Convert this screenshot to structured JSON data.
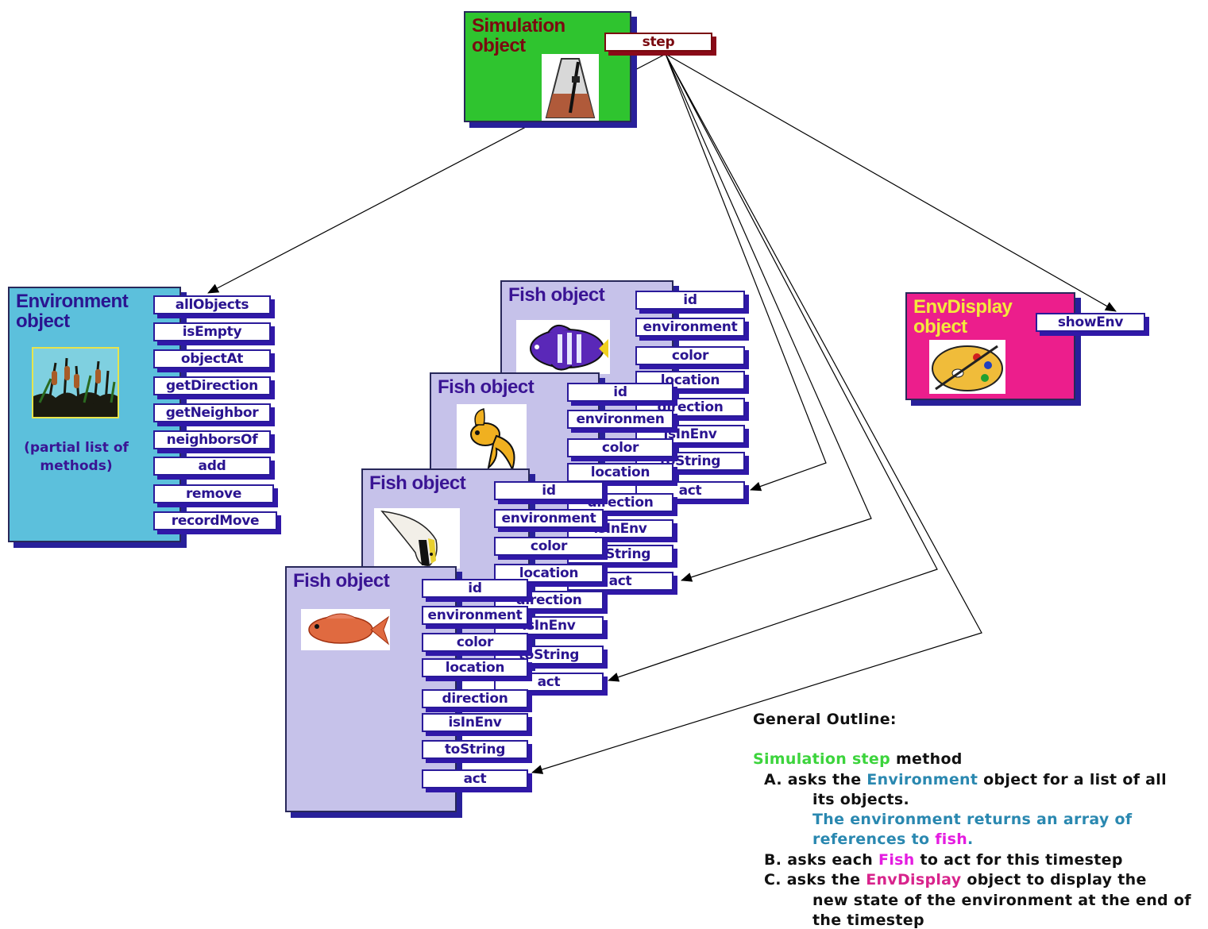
{
  "simulation": {
    "title_line1": "Simulation",
    "title_line2": "object",
    "method": "step",
    "picture": "metronome"
  },
  "environment": {
    "title_line1": "Environment",
    "title_line2": "object",
    "picture": "cattails-pond",
    "note_line1": "(partial list of",
    "note_line2": "methods)",
    "methods": [
      "allObjects",
      "isEmpty",
      "objectAt",
      "getDirection",
      "getNeighbor",
      "neighborsOf",
      "add",
      "remove",
      "recordMove"
    ]
  },
  "envdisplay": {
    "title_line1": "EnvDisplay",
    "title_line2": "object",
    "method": "showEnv",
    "picture": "paint-palette"
  },
  "fish_cards": [
    {
      "title": "Fish object",
      "picture": "angelfish",
      "methods": [
        "id",
        "environment",
        "color",
        "location",
        "direction",
        "isInEnv",
        "toString",
        "act"
      ]
    },
    {
      "title": "Fish object",
      "picture": "goldfish",
      "methods": [
        "id",
        "environmen",
        "color",
        "location",
        "direction",
        "isInEnv",
        "toString",
        "act"
      ]
    },
    {
      "title": "Fish object",
      "picture": "moorish-idol",
      "methods": [
        "id",
        "environment",
        "color",
        "location",
        "direction",
        "isInEnv",
        "toString",
        "act"
      ]
    },
    {
      "title": "Fish object",
      "picture": "red-fish",
      "methods": [
        "id",
        "environment",
        "color",
        "location",
        "direction",
        "isInEnv",
        "toString",
        "act"
      ]
    }
  ],
  "outline": {
    "heading": "General Outline:",
    "line1_a": "Simulation step",
    "line1_b": " method",
    "a_label": "A.",
    "a_1": "asks the ",
    "a_2": "Environment",
    "a_3": " object for a list of all",
    "a_cont": "its objects.",
    "a_ret1": "The environment returns an array of",
    "a_ret2a": "references to ",
    "a_ret2b": "fish",
    "a_ret2c": ".",
    "b_label": "B.",
    "b_1": "asks each ",
    "b_2": "Fish",
    "b_3": " to act for this timestep",
    "c_label": "C.",
    "c_1": "asks the ",
    "c_2": "EnvDisplay",
    "c_3": " object to display the",
    "c_cont1": "new state of the environment at the end of",
    "c_cont2": "the timestep"
  },
  "colors": {
    "method_border": "#2a1a9a",
    "shadow": "#28209a",
    "arrow": "#000000",
    "simulation_bg": "#2fc42f",
    "environment_bg": "#5cc0dc",
    "fish_bg": "#c6c2ea",
    "envdisplay_bg": "#ec1e8c"
  }
}
